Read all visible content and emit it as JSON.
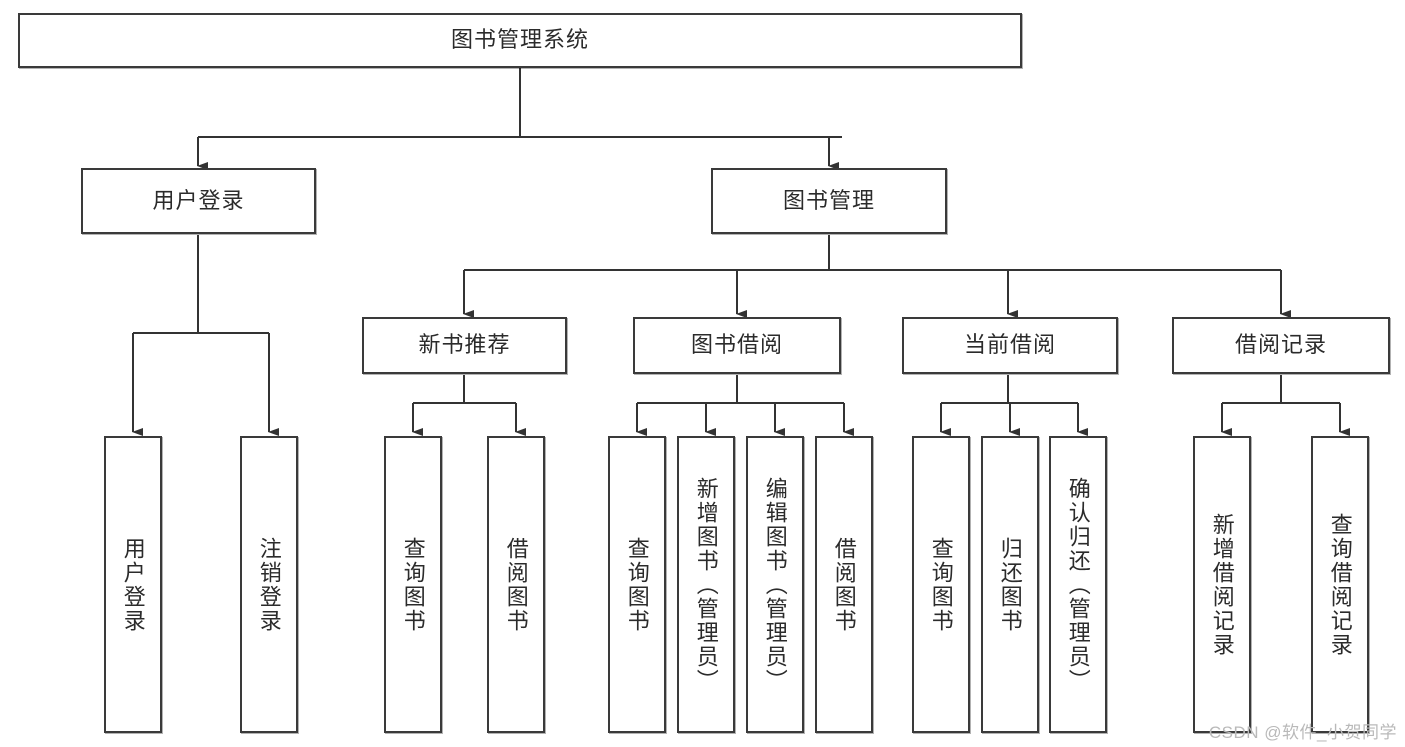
{
  "diagram": {
    "type": "tree",
    "title": "图书管理系统",
    "watermark": "CSDN @软件_小贺同学",
    "colors": {
      "box_border": "#3a3a3a",
      "box_fill": "#ffffff",
      "connector": "#333333",
      "text": "#2b2b2b",
      "watermark": "#b9b9b9"
    },
    "levels": {
      "root": {
        "label": "图书管理系统"
      },
      "level2": [
        {
          "id": "user-login",
          "label": "用户登录"
        },
        {
          "id": "book-manage",
          "label": "图书管理"
        }
      ],
      "level3": [
        {
          "id": "new-book-rec",
          "label": "新书推荐"
        },
        {
          "id": "book-borrow",
          "label": "图书借阅"
        },
        {
          "id": "current-borrow",
          "label": "当前借阅"
        },
        {
          "id": "borrow-record",
          "label": "借阅记录"
        }
      ],
      "leaves": [
        {
          "id": "leaf-user-login",
          "label": "用户登录",
          "parent": "user-login"
        },
        {
          "id": "leaf-user-logout",
          "label": "注销登录",
          "parent": "user-login"
        },
        {
          "id": "leaf-query-book-1",
          "label": "查询图书",
          "parent": "new-book-rec"
        },
        {
          "id": "leaf-borrow-book-1",
          "label": "借阅图书",
          "parent": "new-book-rec"
        },
        {
          "id": "leaf-query-book-2",
          "label": "查询图书",
          "parent": "book-borrow"
        },
        {
          "id": "leaf-add-book",
          "label": "新增图书（管理员）",
          "parent": "book-borrow"
        },
        {
          "id": "leaf-edit-book",
          "label": "编辑图书（管理员）",
          "parent": "book-borrow"
        },
        {
          "id": "leaf-borrow-book-2",
          "label": "借阅图书",
          "parent": "book-borrow"
        },
        {
          "id": "leaf-query-book-3",
          "label": "查询图书",
          "parent": "current-borrow"
        },
        {
          "id": "leaf-return-book",
          "label": "归还图书",
          "parent": "current-borrow"
        },
        {
          "id": "leaf-confirm-return",
          "label": "确认归还（管理员）",
          "parent": "current-borrow"
        },
        {
          "id": "leaf-add-record",
          "label": "新增借阅记录",
          "parent": "borrow-record"
        },
        {
          "id": "leaf-query-record",
          "label": "查询借阅记录",
          "parent": "borrow-record"
        }
      ]
    }
  }
}
